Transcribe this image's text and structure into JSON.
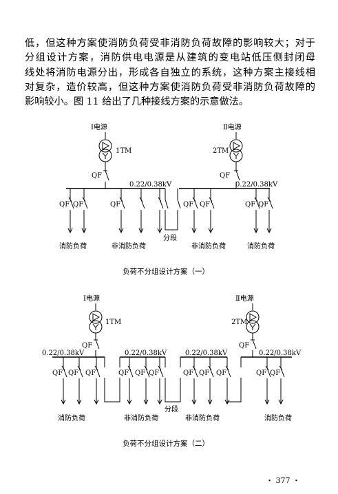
{
  "paragraph": [
    "低，但这种方案使消防负荷受非消防负荷故障的影响较大；对于",
    "分组设计方案，消防供电电源是从建筑的变电站低压侧封闭母",
    "线处将消防电源分出，形成各自独立的系统，这种方案主接线相",
    "对复杂，造价较高，但这种方案使消防负荷受非消防负荷故障的",
    "影响较小。图 11 给出了几种接线方案的示意做法。"
  ],
  "diagram1": {
    "source1": "Ⅰ电源",
    "source2": "Ⅱ电源",
    "tm1": "1TM",
    "tm2": "2TM",
    "qf": "QF",
    "voltage": "0.22/0.38kV",
    "sectionalizer": "分段",
    "load_fire": "消防负荷",
    "load_nonfire": "非消防负荷",
    "caption": "负荷不分组设计方案（一）"
  },
  "diagram2": {
    "source1": "Ⅰ电源",
    "source2": "Ⅱ电源",
    "tm1": "1TM",
    "tm2": "2TM",
    "qf": "QF",
    "voltage": "0.22/0.38kV",
    "sectionalizer": "分段",
    "load_fire": "消防负荷",
    "load_nonfire": "非消防负荷",
    "caption": "负荷不分组设计方案（二）"
  },
  "page_number": "・ 377 ・"
}
